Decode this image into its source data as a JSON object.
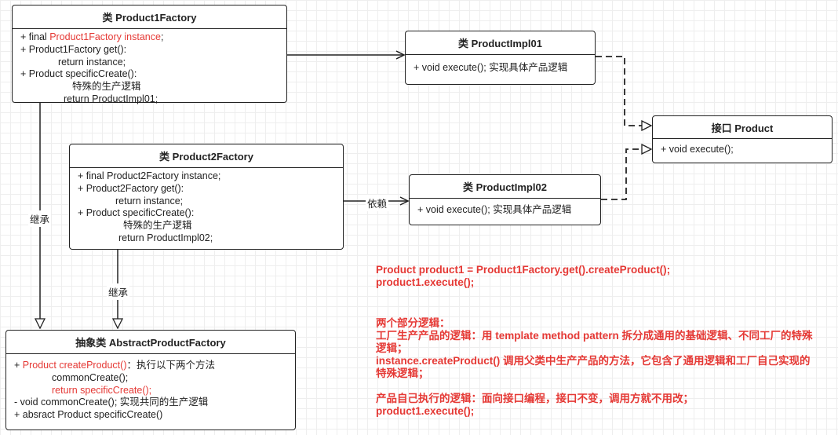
{
  "product1_factory": {
    "title": "类 Product1Factory",
    "line1_prefix": "+ final ",
    "line1_red": "Product1Factory instance",
    "line1_suffix": ";",
    "line2": "+ Product1Factory get():",
    "line3": "return instance;",
    "line4": "+ Product specificCreate():",
    "line5": "特殊的生产逻辑",
    "line6": "return ProductImpl01;"
  },
  "product2_factory": {
    "title": "类 Product2Factory",
    "line1": "+ final Product2Factory instance;",
    "line2": "+ Product2Factory get():",
    "line3": "return instance;",
    "line4": "+ Product specificCreate():",
    "line5": "特殊的生产逻辑",
    "line6": "return ProductImpl02;"
  },
  "product_impl01": {
    "title": "类 ProductImpl01",
    "line1": "+ void execute(); 实现具体产品逻辑"
  },
  "product_impl02": {
    "title": "类 ProductImpl02",
    "line1": "+ void execute(); 实现具体产品逻辑"
  },
  "product_interface": {
    "title": "接口 Product",
    "line1": "+ void execute();"
  },
  "abstract_factory": {
    "title": "抽象类 AbstractProductFactory",
    "line1_plus": "+ ",
    "line1_red": "Product createProduct()",
    "line1_suffix": "：执行以下两个方法",
    "line2": "commonCreate();",
    "line3_red": "return specificCreate();",
    "line4": "- void commonCreate(); 实现共同的生产逻辑",
    "line5": "+ absract Product specificCreate()"
  },
  "edge_labels": {
    "inherit1": "继承",
    "inherit2": "继承",
    "depends": "依赖"
  },
  "notes": {
    "code_line1": "Product product1 = Product1Factory.get().createProduct();",
    "code_line2": "product1.execute();",
    "section1_title": "两个部分逻辑：",
    "section1_text1": "工厂生产产品的逻辑：用 template method pattern 拆分成通用的基础逻辑、不同工厂的特殊逻辑；",
    "section1_text2": "instance.createProduct() 调用父类中生产产品的方法，它包含了通用逻辑和工厂自己实现的特殊逻辑；",
    "section2_text": "产品自己执行的逻辑：面向接口编程，接口不变，调用方就不用改；",
    "section2_code": "product1.execute();"
  },
  "colors": {
    "accent_red": "#e53935",
    "border": "#222222",
    "grid": "#eeeeee"
  }
}
